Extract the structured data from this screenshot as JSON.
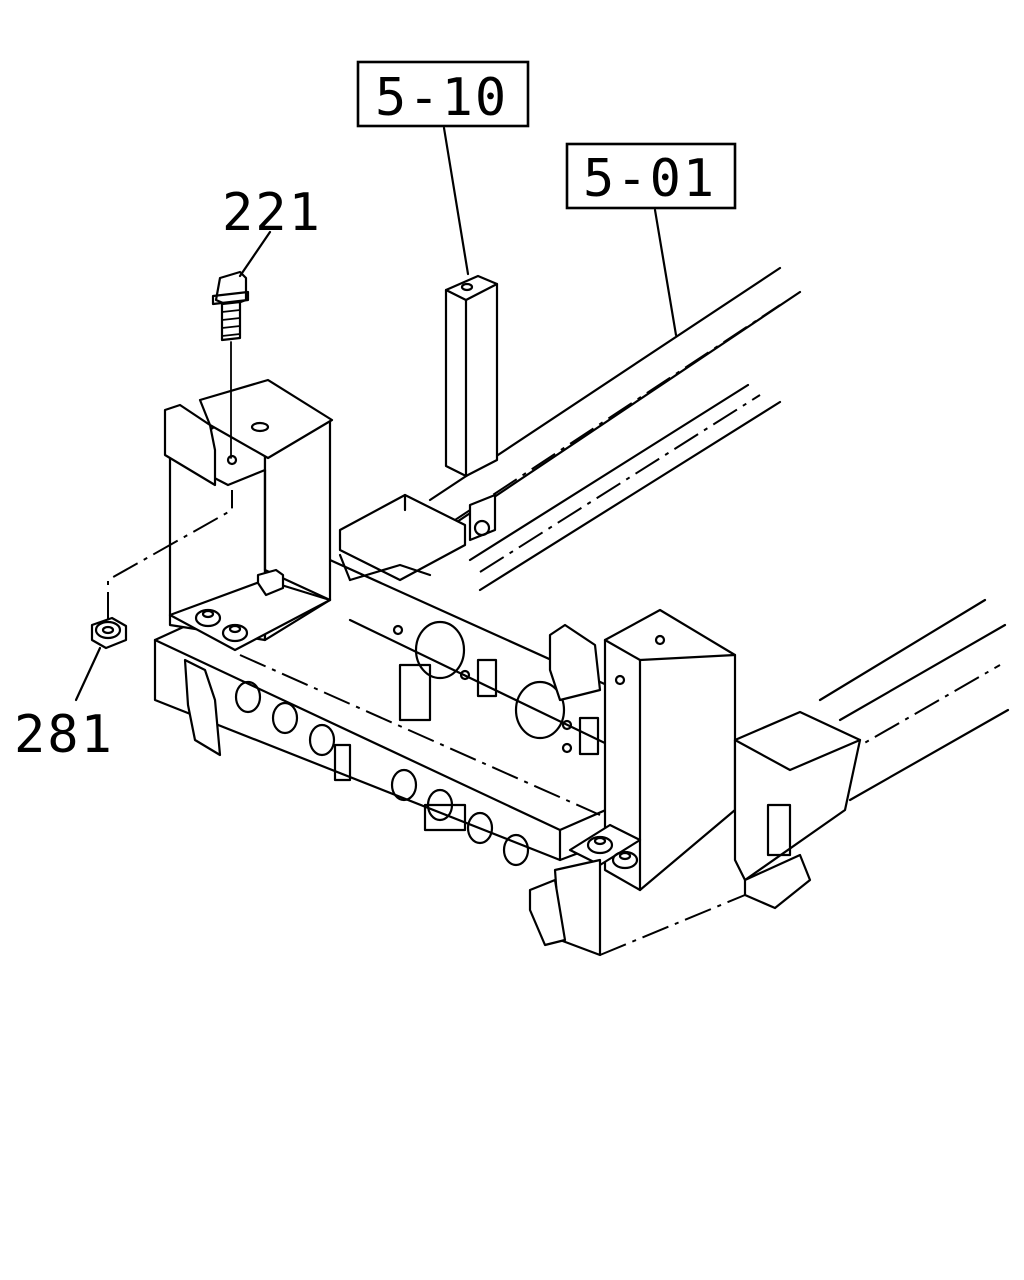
{
  "diagram": {
    "callouts": [
      {
        "id": "ref-5-10",
        "text": "5-10"
      },
      {
        "id": "ref-5-01",
        "text": "5-01"
      },
      {
        "id": "part-221",
        "text": "221"
      },
      {
        "id": "part-281",
        "text": "281"
      }
    ]
  }
}
